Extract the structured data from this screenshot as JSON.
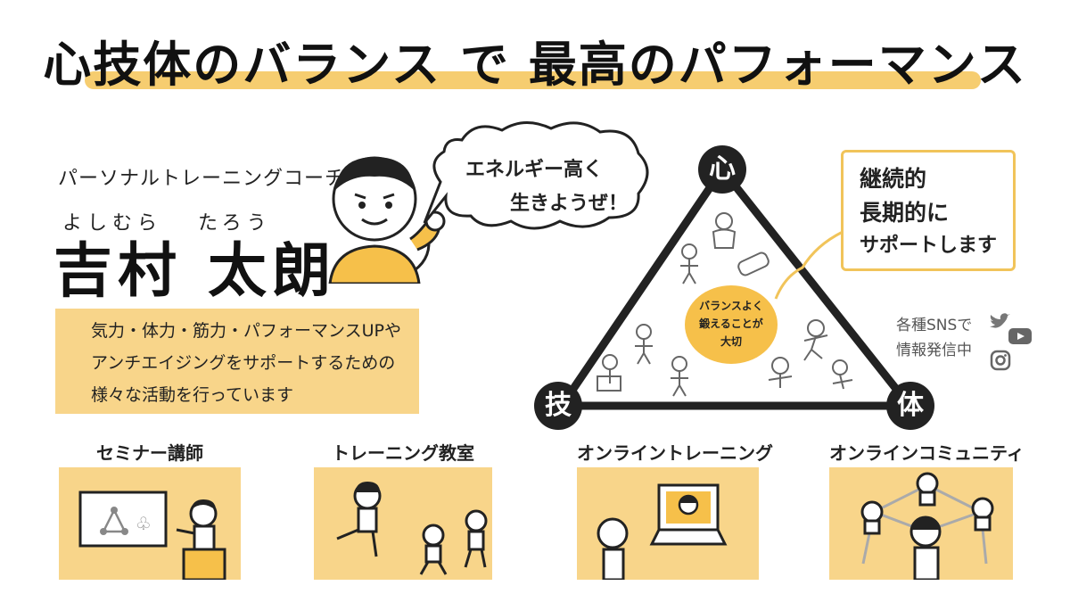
{
  "title": "心技体のバランス で 最高のパフォーマンス",
  "profile": {
    "role": "パーソナルトレーニングコーチ",
    "ruby_family": "よしむら",
    "ruby_given": "たろう",
    "name": "吉村 太朗"
  },
  "speech_bubble": {
    "line1": "エネルギー高く",
    "line2": "生きようぜ！"
  },
  "description": [
    "気力・体力・筋力・パフォーマンスUPや",
    "アンチエイジングをサポートするための",
    "様々な活動を行っています"
  ],
  "triangle": {
    "top": "心",
    "left": "技",
    "right": "体",
    "center": [
      "バランスよく",
      "鍛えることが",
      "大切"
    ]
  },
  "support_note": [
    "継続的",
    "長期的に",
    "サポートします"
  ],
  "sns": {
    "line1": "各種SNSで",
    "line2": "情報発信中",
    "icons": [
      "twitter-icon",
      "youtube-icon",
      "instagram-icon"
    ]
  },
  "services": [
    {
      "label": "セミナー講師"
    },
    {
      "label": "トレーニング教室"
    },
    {
      "label": "オンライントレーニング"
    },
    {
      "label": "オンラインコミュニティ"
    }
  ],
  "colors": {
    "accent_yellow": "#f6cd70",
    "box_yellow": "#f8d58a",
    "ink": "#222222"
  }
}
